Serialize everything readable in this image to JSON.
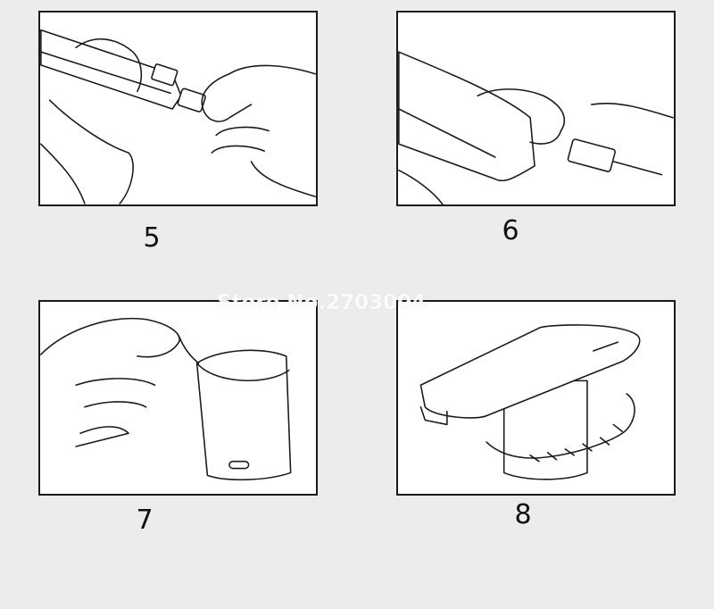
{
  "steps": [
    {
      "number": "5",
      "icon": "hands-attaching-cable-to-phone-illustration"
    },
    {
      "number": "6",
      "icon": "hand-pressing-connector-into-phone-illustration"
    },
    {
      "number": "7",
      "icon": "hand-peeling-adhesive-from-stand-illustration"
    },
    {
      "number": "8",
      "icon": "phone-on-security-display-stand-illustration"
    }
  ],
  "watermark": "Store No.2703004",
  "colors": {
    "background": "#ececec",
    "panel": "#ffffff",
    "line": "#1a1a1a"
  }
}
